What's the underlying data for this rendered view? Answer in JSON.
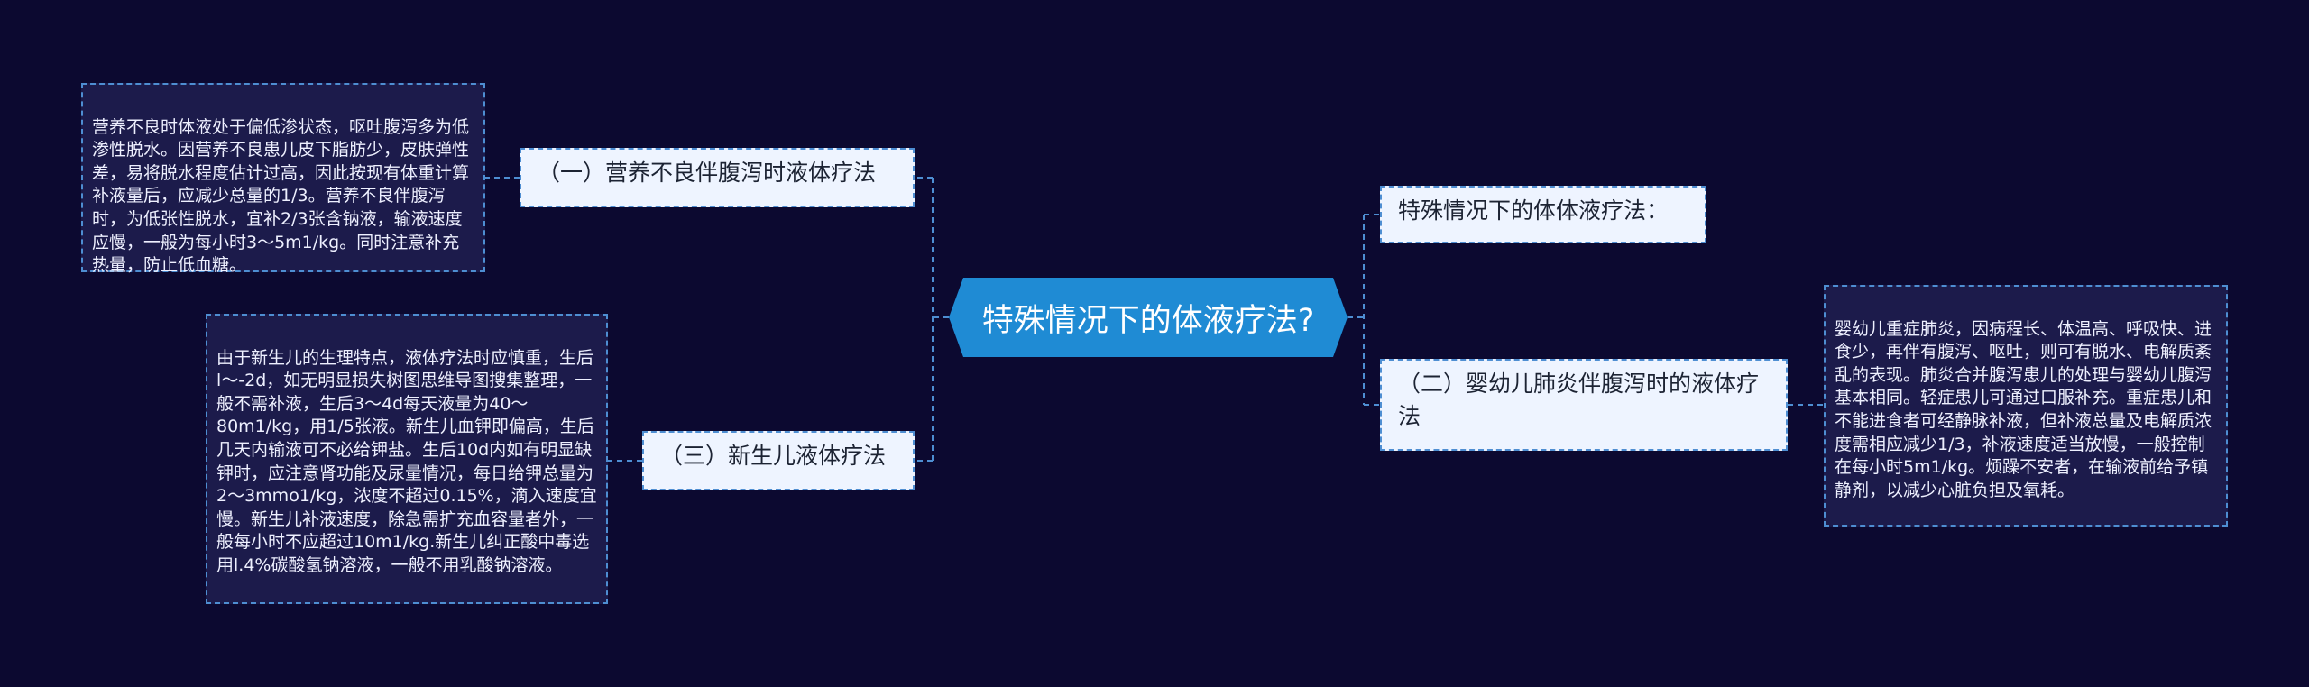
{
  "center": {
    "title": "特殊情况下的体液疗法?"
  },
  "topics": [
    {
      "id": "t1",
      "label": "（一）营养不良伴腹泻时液体疗法"
    },
    {
      "id": "t2",
      "label": "（三）新生儿液体疗法"
    },
    {
      "id": "t3",
      "label": "特殊情况下的体体液疗法："
    },
    {
      "id": "t4",
      "label": "（二）婴幼儿肺炎伴腹泻时的液体疗法"
    }
  ],
  "leaves": [
    {
      "id": "l1",
      "text": "营养不良时体液处于偏低渗状态，呕吐腹泻多为低渗性脱水。因营养不良患儿皮下脂肪少，皮肤弹性差，易将脱水程度估计过高，因此按现有体重计算补液量后，应减少总量的1/3。营养不良伴腹泻时，为低张性脱水，宜补2/3张含钠液，输液速度应慢，一般为每小时3～5m1/kg。同时注意补充热量，防止低血糖。"
    },
    {
      "id": "l2",
      "text": "由于新生儿的生理特点，液体疗法时应慎重，生后l～-2d，如无明显损失树图思维导图搜集整理，一般不需补液，生后3～4d每天液量为40～80m1/kg，用1/5张液。新生儿血钾即偏高，生后几天内输液可不必给钾盐。生后10d内如有明显缺钾时，应注意肾功能及尿量情况，每日给钾总量为2～3mmo1/kg，浓度不超过0.15%，滴入速度宜慢。新生儿补液速度，除急需扩充血容量者外，一般每小时不应超过10m1/kg.新生儿纠正酸中毒选用l.4%碳酸氢钠溶液，一般不用乳酸钠溶液。"
    },
    {
      "id": "l3",
      "text": "婴幼儿重症肺炎，因病程长、体温高、呼吸快、进食少，再伴有腹泻、呕吐，则可有脱水、电解质紊乱的表现。肺炎合并腹泻患儿的处理与婴幼儿腹泻基本相同。轻症患儿可通过口服补充。重症患儿和不能进食者可经静脉补液，但补液总量及电解质浓度需相应减少1/3，补液速度适当放慢，一般控制在每小时5m1/kg。烦躁不安者，在输液前给予镇静剂，以减少心脏负担及氧耗。"
    }
  ],
  "colors": {
    "background": "#0c0930",
    "center": "#1f8bd4",
    "line": "#4e8ed2",
    "topic_bg": "#eef4ff",
    "leaf_bg": "#1c1b4b"
  }
}
